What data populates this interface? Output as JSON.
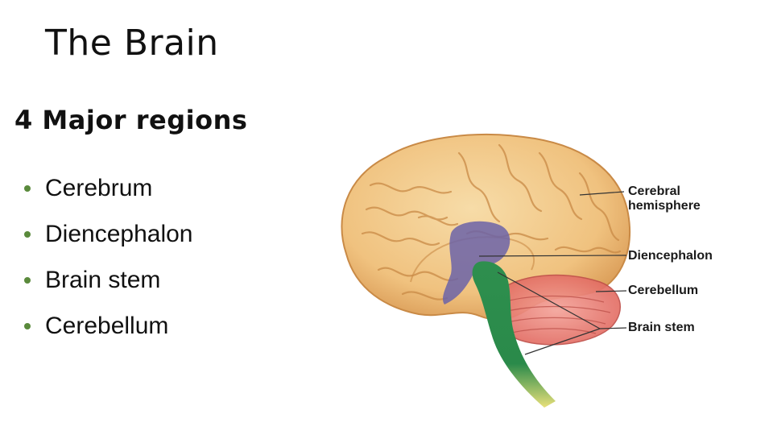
{
  "slide": {
    "title": "The Brain",
    "subtitle": "4 Major regions",
    "bullets": [
      "Cerebrum",
      "Diencephalon",
      "Brain stem",
      "Cerebellum"
    ]
  },
  "figure": {
    "labels": {
      "cerebral_hemisphere_line1": "Cerebral",
      "cerebral_hemisphere_line2": "hemisphere",
      "diencephalon": "Diencephalon",
      "cerebellum": "Cerebellum",
      "brain_stem": "Brain stem"
    },
    "colors": {
      "cerebrum": "#f2c98a",
      "diencephalon": "#6b63a8",
      "brain_stem": "#2e8f4e",
      "cerebellum": "#e8736a",
      "spinal_cord_tip": "#e8e07a",
      "bullet": "#5a8a3c"
    }
  }
}
